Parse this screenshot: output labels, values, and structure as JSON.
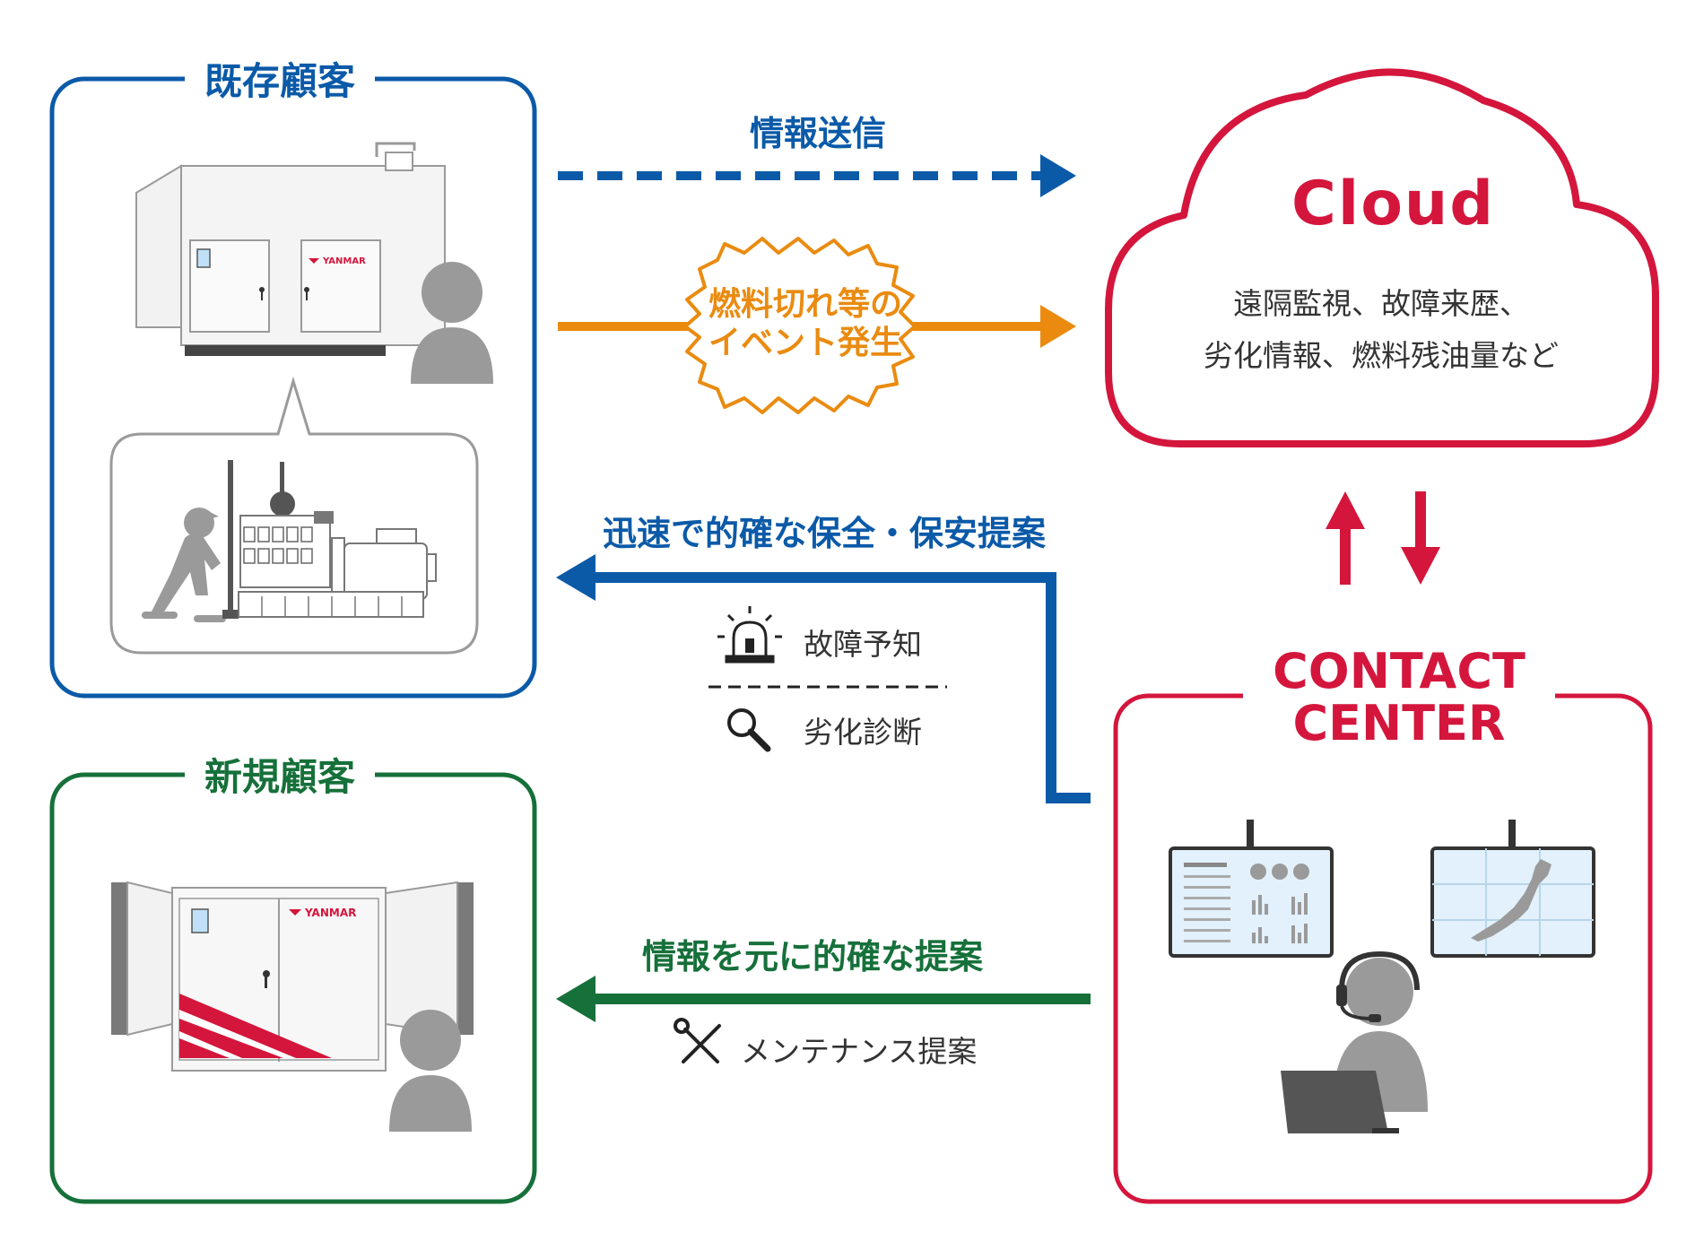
{
  "existing_customer": {
    "title": "既存顧客",
    "brand": "YANMAR"
  },
  "new_customer": {
    "title": "新規顧客",
    "brand": "YANMAR"
  },
  "cloud": {
    "title": "Cloud",
    "line1": "遠隔監視、故障来歴、",
    "line2": "劣化情報、燃料残油量など"
  },
  "contact_center": {
    "line1": "CONTACT",
    "line2": "CENTER"
  },
  "arrows": {
    "info_send": "情報送信",
    "event_line1": "燃料切れ等の",
    "event_line2": "イベント発生",
    "proposal": "迅速で的確な保全・保安提案",
    "new_proposal": "情報を元に的確な提案"
  },
  "services": {
    "failure_prediction": "故障予知",
    "degradation_diagnosis": "劣化診断",
    "maintenance_proposal": "メンテナンス提案"
  },
  "colors": {
    "blue": "#0b5aa8",
    "green": "#16703a",
    "red": "#d4163c",
    "orange": "#ea8b10",
    "gray": "#9a9a9a"
  }
}
